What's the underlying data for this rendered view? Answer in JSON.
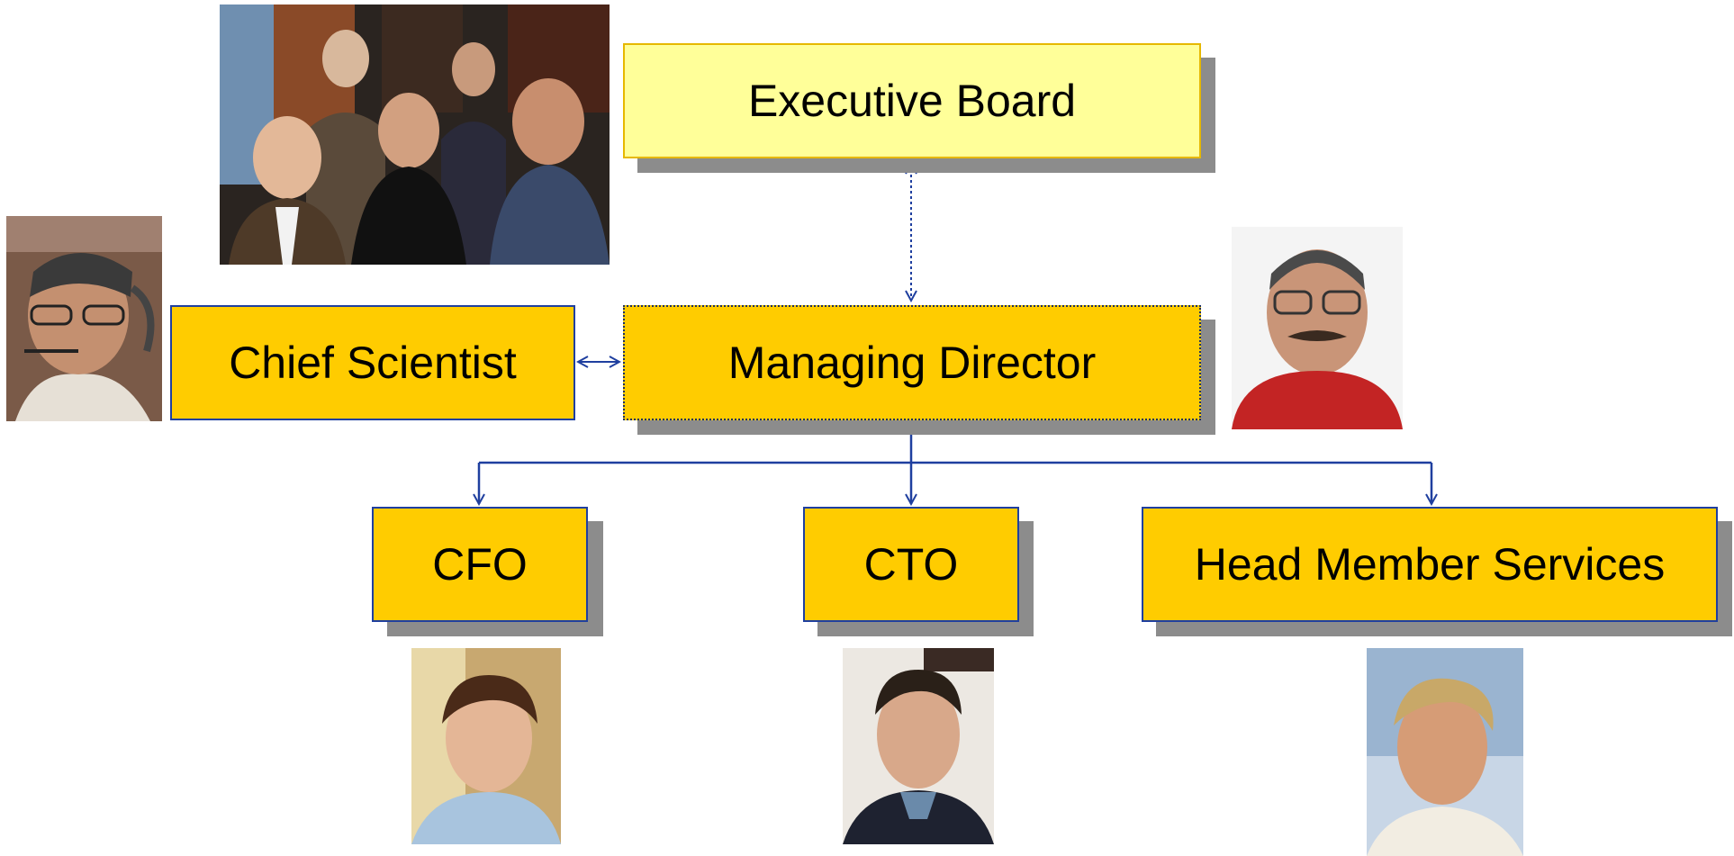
{
  "nodes": {
    "executive_board": "Executive Board",
    "managing_director": "Managing Director",
    "chief_scientist": "Chief Scientist",
    "cfo": "CFO",
    "cto": "CTO",
    "head_member_services": "Head Member Services"
  },
  "colors": {
    "box_fill": "#ffcc00",
    "board_fill": "#ffff99",
    "board_border": "#e6b800",
    "box_border": "#1f3f9f",
    "connector": "#1f3f9f",
    "shadow": "#8c8c8c"
  }
}
